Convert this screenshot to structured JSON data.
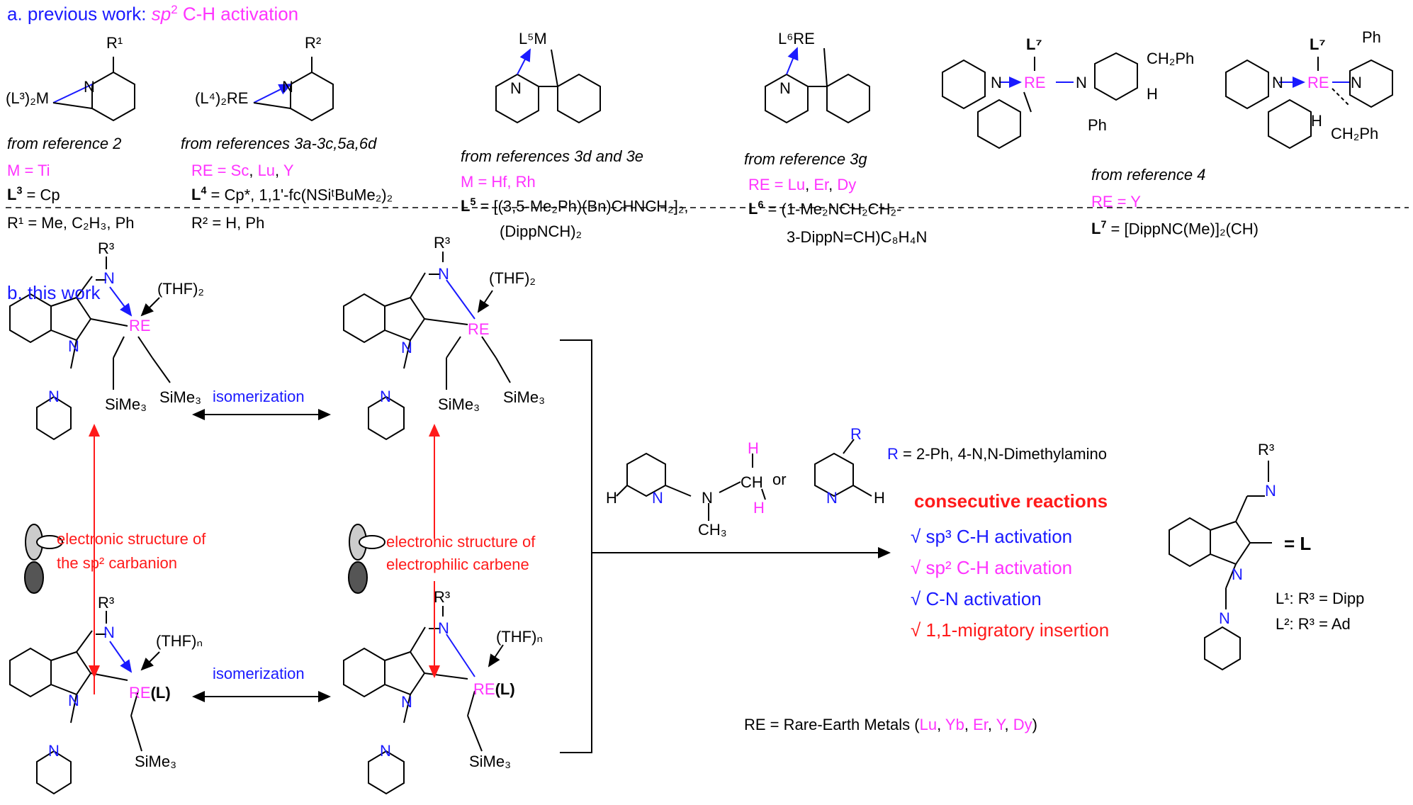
{
  "section_a": {
    "label": "a. previous work:",
    "sp": "sp",
    "two": "2",
    "rest": " C-H activation"
  },
  "section_b": {
    "label": "b. this work"
  },
  "ref_a1": {
    "caption": "from reference 2",
    "metal_line": "M = Ti",
    "l3_line": "= Cp",
    "r1_line": "R¹ = Me, C₂H₃, Ph",
    "ligand": "(L³)₂M",
    "r_label": "R¹",
    "n": "N"
  },
  "ref_a2": {
    "caption": "from references 3a-3c,5a,6d",
    "re_line_prefix": "RE = ",
    "re_vals": [
      "Sc",
      "Lu",
      "Y"
    ],
    "l4_line": "= Cp*, 1,1'-fc(NSiᵗBuMe₂)₂",
    "r2_line": "R² = H, Ph",
    "ligand": "(L⁴)₂RE",
    "r_label": "R²",
    "n": "N"
  },
  "ref_a3": {
    "caption": "from references 3d and 3e",
    "metal_line": "M = Hf, Rh",
    "l5_line": "= [(3,5-Me₂Ph)(Bn)CHNCH₂]₂,",
    "l5_line2": "(DippNCH)₂",
    "ligand": "L⁵M",
    "n": "N"
  },
  "ref_a4": {
    "caption": "from reference 3g",
    "re_line_prefix": "RE = ",
    "re_vals": [
      "Lu",
      "Er",
      "Dy"
    ],
    "l6_line": "= (1-Me₂NCH₂CH₂-",
    "l6_line2": "3-DippN=CH)C₈H₄N",
    "ligand": "L⁶RE",
    "n": "N"
  },
  "ref_a5": {
    "caption": "from reference 4",
    "re_line": "RE = Y",
    "l7_line": "= [DippNC(Me)]₂(CH)",
    "l7": "L⁷",
    "re": "RE",
    "n": "N",
    "ch2ph": "CH₂Ph",
    "h": "H",
    "ph": "Ph"
  },
  "scheme_b": {
    "thf2": "(THF)₂",
    "thfn": "(THF)ₙ",
    "r3": "R³",
    "n": "N",
    "re": "RE",
    "re_l": "RE(L)",
    "sime3": "SiMe₃",
    "isomerization": "isomerization",
    "es_carbanion_1": "electronic structure of",
    "es_carbanion_2": "the sp² carbanion",
    "es_carbene_1": "electronic structure of",
    "es_carbene_2": "electrophilic carbene"
  },
  "reagents": {
    "or": "or",
    "r_def": "= 2-Ph, 4-N,N-Dimethylamino",
    "r": "R",
    "ch3": "CH₃",
    "ch": "CH",
    "h": "H"
  },
  "reactions": {
    "title": "consecutive reactions",
    "items": [
      {
        "text": "√ sp³ C-H activation",
        "color": "#1a1aff"
      },
      {
        "text": "√ sp² C-H activation",
        "color": "#ff33ff"
      },
      {
        "text": "√ C-N activation",
        "color": "#1a1aff"
      },
      {
        "text": "√ 1,1-migratory insertion",
        "color": "#ff1a1a"
      }
    ]
  },
  "ligand_def": {
    "eq": "= L",
    "l1": "L¹: R³ = Dipp",
    "l2": "L²: R³ = Ad",
    "r3": "R³",
    "n": "N"
  },
  "footer": {
    "text": "RE = Rare-Earth Metals (",
    "metals": [
      "Lu",
      "Yb",
      "Er",
      "Y",
      "Dy"
    ]
  },
  "colors": {
    "blue": "#1a1aff",
    "magenta": "#ff33ff",
    "red": "#ff1a1a"
  }
}
